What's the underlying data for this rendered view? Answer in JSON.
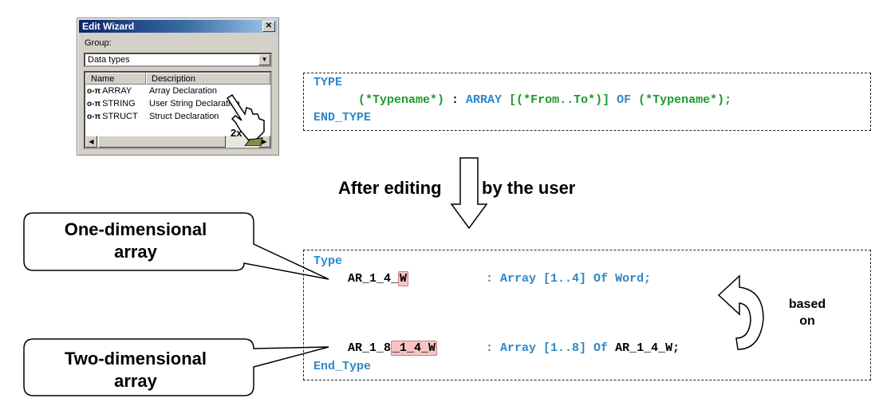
{
  "wizard": {
    "title": "Edit Wizard",
    "close": "✕",
    "group_label": "Group:",
    "group_value": "Data types",
    "columns": [
      "Name",
      "Description"
    ],
    "rows": [
      {
        "name": "ARRAY",
        "desc": "Array Declaration"
      },
      {
        "name": "STRING",
        "desc": "User String Declaration"
      },
      {
        "name": "STRUCT",
        "desc": "Struct Declaration"
      }
    ],
    "click_count": "2x",
    "icons": {
      "key": "key-icon",
      "hand": "pointing-hand-icon"
    }
  },
  "template": {
    "line1": "TYPE",
    "line2_ph1": "(*Typename*)",
    "line2_sep1": " : ",
    "line2_kw1": "ARRAY",
    "line2_ph2": " [(*From..To*)] ",
    "line2_kw2": "OF",
    "line2_ph3": " (*Typename*);",
    "line3": "END_TYPE"
  },
  "arrow_label": {
    "left": "After editing",
    "right": "by the user"
  },
  "edited": {
    "line1": "Type",
    "r1_name_a": "AR_1_4_",
    "r1_name_b": "W",
    "r1_sep": ": ",
    "r1_kw1": "Array",
    "r1_range": " [1..4] ",
    "r1_kw2": "Of",
    "r1_type": " Word;",
    "r2_name_a": "AR_1_8",
    "r2_name_b": "_1_4_W",
    "r2_sep": ": ",
    "r2_kw1": "Array",
    "r2_range": " [1..8] ",
    "r2_kw2": "Of",
    "r2_type": " AR_1_4_W;",
    "last": "End_Type"
  },
  "callouts": {
    "one": [
      "One-dimensional",
      "array"
    ],
    "two": [
      "Two-dimensional",
      "array"
    ]
  },
  "based_on": [
    "based",
    "on"
  ]
}
